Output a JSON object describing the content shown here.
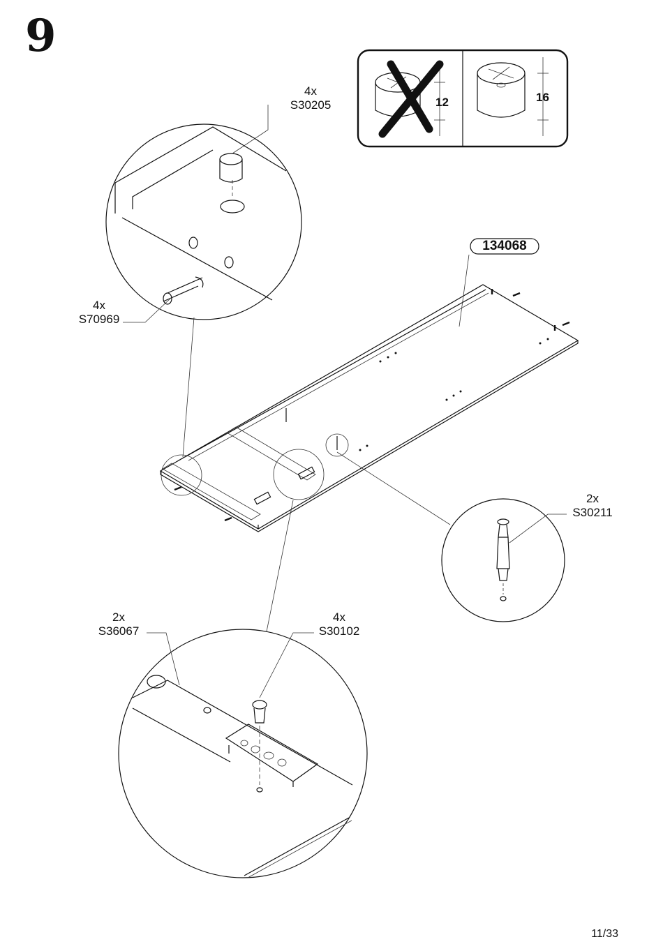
{
  "step": {
    "number": "9"
  },
  "footer": {
    "page": "11/33"
  },
  "panel": {
    "part_id": "134068"
  },
  "cam_check": {
    "wrong_depth": "12",
    "right_depth": "16",
    "wrong_icon": "x-mark-icon",
    "right_icon": "cam-lock-icon"
  },
  "callouts": [
    {
      "qty": "4x",
      "code": "S30205"
    },
    {
      "qty": "4x",
      "code": "S70969"
    },
    {
      "qty": "2x",
      "code": "S30211"
    },
    {
      "qty": "2x",
      "code": "S36067"
    },
    {
      "qty": "4x",
      "code": "S30102"
    }
  ]
}
